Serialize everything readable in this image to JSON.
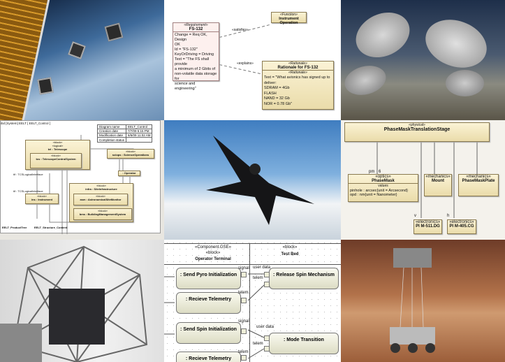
{
  "panels": {
    "satellite": {
      "icon": "satellite-photo"
    },
    "requirement": {
      "req_stereo": "«Requirement»",
      "req_name": "FS-132",
      "req_lines": [
        "Change = Req OK, Design",
        "OK",
        "Id = \"FS-132\"",
        "KeyOrDriving = Driving",
        "Text = \"The FS shall provide",
        "a minimum of 2 Gbits of",
        "non-volatile data storage for",
        "science and engineering\""
      ],
      "func_stereo": "«Function»",
      "func_name": "Instrument Operation",
      "satisfies": "«satisfies»",
      "explains": "«explains»",
      "rat_stereo": "«Rationale»",
      "rat_name": "Rationale for FS-132",
      "rat_sub": "«Rationale»",
      "rat_lines": [
        "Text = \"What avionics has signed up to deliver:",
        "SDRAM = 4Gb",
        "FLASH",
        "NAND = 32 Gb",
        "NOR = 0.78 Gb\""
      ]
    },
    "telescopes": {
      "icon": "radio-telescope-photo"
    },
    "elt": {
      "tab": "ibd [System] EELT [ EELT_Control ]",
      "table": [
        [
          "Diagram name",
          "EELT_Control"
        ],
        [
          "Creation date",
          "7/7/09 5:15 PM"
        ],
        [
          "Modification date",
          "6/6/09 11:02 AM"
        ],
        [
          "Completion status",
          ""
        ]
      ],
      "block": "«block»",
      "logical": "«logical»",
      "tel": "tel : Telescope",
      "tcs": "tcs : TelescopeControlSystem",
      "sciops": "sciops : ScienceOperations",
      "operator": ": Operator",
      "infra": "infra : SiteInfrastructure",
      "asm": "asm : AstronomicalSiteMonitor",
      "bms": "bms : BuildingManagementSystem",
      "ins": "ins : Instrument",
      "iface1": "tif : TCSLogicalInterface",
      "iface2": "tif : TCSLogicalInterface",
      "link1": "EELT_ProductTree",
      "link2": "EELT_Structure_Content"
    },
    "aircraft": {
      "icon": "sr71-aircraft-photo"
    },
    "phasemask": {
      "top_stereo": "«physical»",
      "top_name": "PhaseMaskTranslationStage",
      "pm_role": "pm",
      "pm_mult": "6",
      "optics": "«optics»",
      "pm_name": "PhaseMask",
      "values": "values",
      "pm_lines": [
        "pinhole : arcsec{unit = Arcsecond}",
        "opd : nm{unit = Nanometer}"
      ],
      "mech": "«mechanics»",
      "mount": "Mount",
      "plate": "PhaseMaskPlate",
      "elec": "«electronics»",
      "v": "v",
      "h": "h",
      "pi1": "PI M-511.DG",
      "pi2": "PI M-405.CG"
    },
    "structure": {
      "icon": "telescope-structure-render"
    },
    "activity": {
      "op_stereo1": "«Component.GSE»",
      "op_stereo2": "«block»",
      "op_name": "Operator Terminal",
      "tb_stereo": "«block»",
      "tb_name": "Test Bed",
      "a1": ": Send Pyro Initialization",
      "a2": ": Recieve Telemetry",
      "a3": ": Send Spin Initialization",
      "a4": ": Recieve Telemetry",
      "b1": ": Release Spin Mechanism",
      "b2": ": Mode Transition",
      "signal": "signal",
      "telem": "telem",
      "user_data": "user data"
    },
    "mars": {
      "icon": "mars-skycrane-render"
    }
  }
}
